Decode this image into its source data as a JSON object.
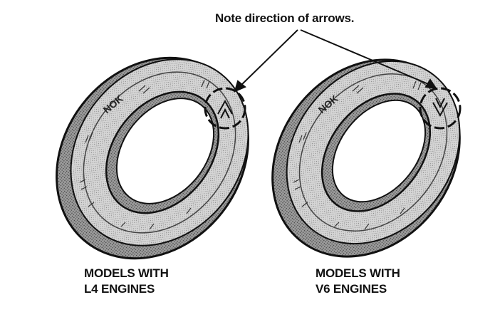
{
  "callout": {
    "text": "Note direction of arrows."
  },
  "seals": [
    {
      "name": "l4-seal",
      "caption_line1": "MODELS WITH",
      "caption_line2": "L4 ENGINES",
      "brand": "NOK"
    },
    {
      "name": "v6-seal",
      "caption_line1": "MODELS WITH",
      "caption_line2": "V6 ENGINES",
      "brand": "NOK"
    }
  ],
  "colors": {
    "ink": "#111111",
    "seal_face": "#cfcfcf",
    "seal_edge": "#6a6a6a",
    "background": "#ffffff"
  }
}
